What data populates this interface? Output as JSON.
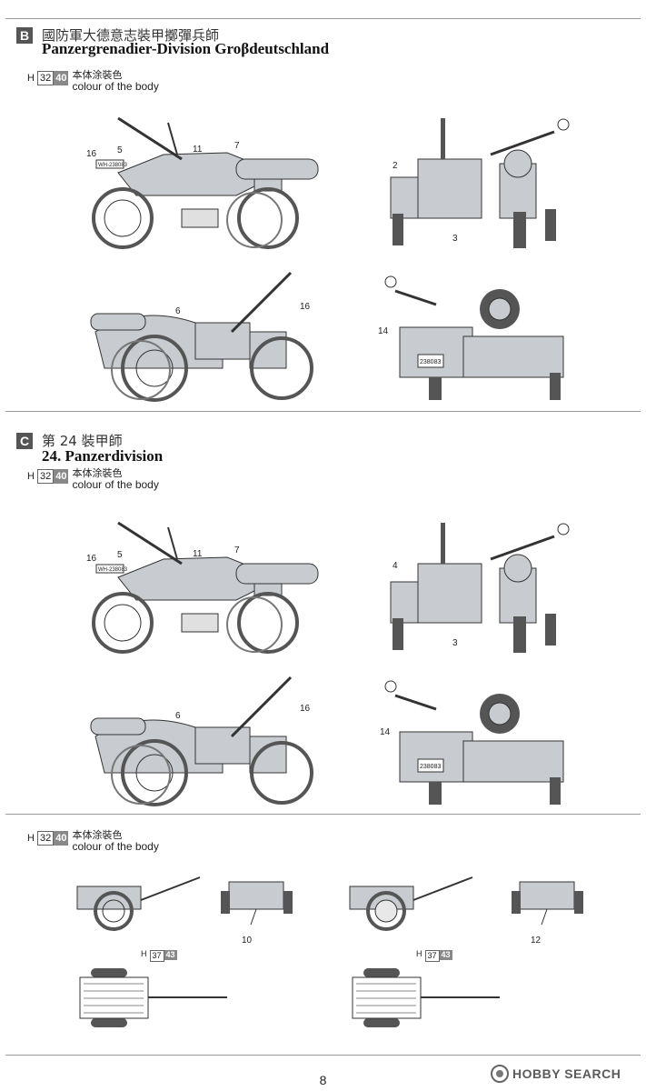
{
  "sections": {
    "b": {
      "letter": "B",
      "title_jp": "國防軍大德意志裝甲擲彈兵師",
      "title_de": "Panzergrenadier-Division Groβdeutschland"
    },
    "c": {
      "letter": "C",
      "title_jp": "第 24 裝甲師",
      "title_de": "24. Panzerdivision"
    }
  },
  "paint_body": {
    "h": "H",
    "code1": "32",
    "code2": "40",
    "label_jp": "本体涂裝色",
    "label_en": "colour of the body"
  },
  "paint_trailer": {
    "h": "H",
    "code1": "37",
    "code2": "43"
  },
  "callouts": {
    "b_side_left": [
      "16",
      "5",
      "11",
      "7"
    ],
    "b_front": [
      "2",
      "3"
    ],
    "b_side_right": [
      "6",
      "16"
    ],
    "b_rear": [
      "14"
    ],
    "c_side_left": [
      "16",
      "5",
      "11",
      "7"
    ],
    "c_front": [
      "4",
      "3"
    ],
    "c_side_right": [
      "6",
      "16"
    ],
    "c_rear": [
      "14"
    ],
    "trailer_rear_1": "10",
    "trailer_rear_2": "12"
  },
  "plates": {
    "front_plate": "WH-238083",
    "rear_plate": "238083"
  },
  "page_number": "8",
  "watermark": "HOBBY SEARCH",
  "colors": {
    "body_grey": "#c8ccd0",
    "line": "#333333",
    "tire": "#555555"
  }
}
